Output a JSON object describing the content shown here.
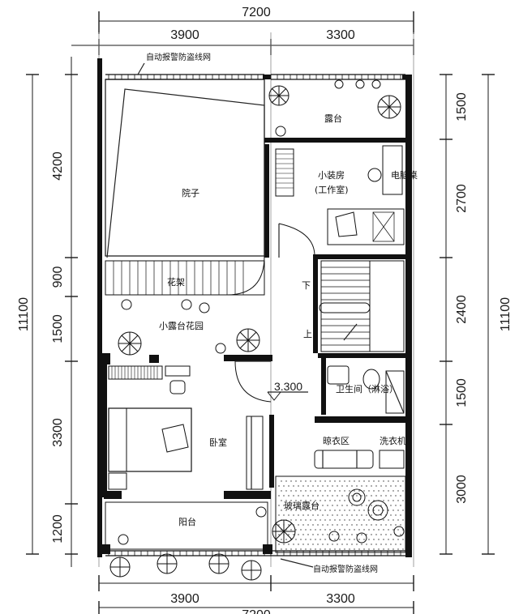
{
  "dimensions": {
    "total_width_top": "7200",
    "total_width_bottom": "7200",
    "top_segments": [
      "3900",
      "3300"
    ],
    "bottom_segments": [
      "3900",
      "3300"
    ],
    "left_segments": [
      "4200",
      "900",
      "1500",
      "3300",
      "1200"
    ],
    "left_total": "11100",
    "right_segments": [
      "1500",
      "2700",
      "2400",
      "1500",
      "3000"
    ],
    "right_total": "11100",
    "elevation": "3.300"
  },
  "rooms": {
    "yard": "院子",
    "terrace": "露台",
    "study": "小装房",
    "study_sub": "(工作室)",
    "computer_desk": "电脑桌",
    "flower_bed": "花架",
    "small_terrace_garden": "小露台花园",
    "stairs_down": "下",
    "stairs_up": "上",
    "bathroom": "卫生间（淋浴）",
    "bedroom": "卧室",
    "drying_area": "晾衣区",
    "washing_machine": "洗衣机",
    "balcony": "阳台",
    "glass_terrace": "玻璃露台"
  },
  "notes": {
    "top_alarm_net": "自动报警防盗线网",
    "bottom_alarm_net": "自动报警防盗线网"
  }
}
